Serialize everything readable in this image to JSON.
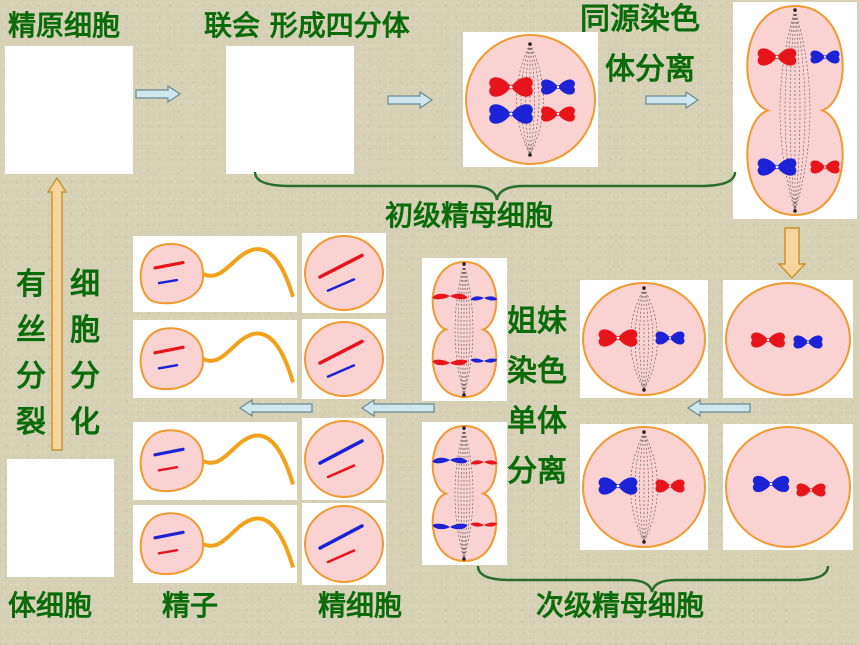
{
  "labels": {
    "spermatogonium": "精原细胞",
    "synapsis": "联会 形成四分体",
    "homolog_sep_1": "同源染色",
    "homolog_sep_2": "体分离",
    "primary": "初级精母细胞",
    "sister_1": "姐妹",
    "sister_2": "染色",
    "sister_3": "单体",
    "sister_4": "分离",
    "secondary": "次级精母细胞",
    "spermatid": "精细胞",
    "sperm": "精子",
    "somatic": "体细胞",
    "mitosis": [
      "有",
      "丝",
      "分",
      "裂"
    ],
    "differentiation": [
      "细",
      "胞",
      "分",
      "化"
    ]
  },
  "colors": {
    "label_text": "#0a6b0a",
    "chrom_red": "#e8141c",
    "chrom_blue": "#1c22d6",
    "cell_fill": "#fbd2d2",
    "cell_border": "#f09a30",
    "tail": "#f2a21a",
    "arrow_fill": "#cfe6ec",
    "arrow_stroke": "#6a8a94",
    "bracket": "#2a6e2a"
  }
}
